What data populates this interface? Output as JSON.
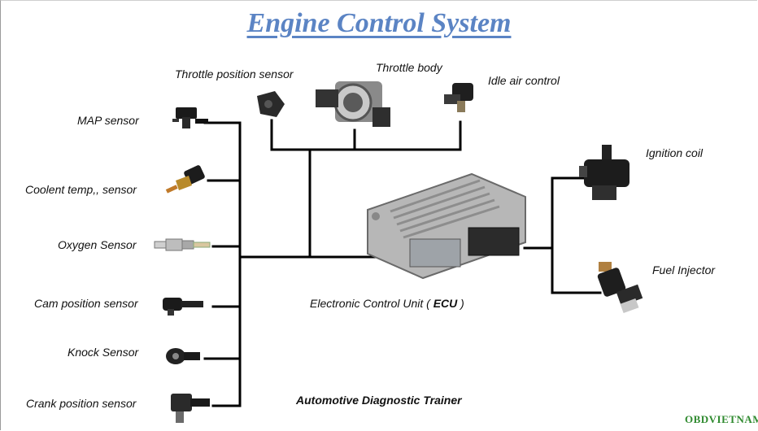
{
  "title": "Engine Control System",
  "sensors": {
    "map": "MAP sensor",
    "coolant": "Coolent temp,, sensor",
    "oxygen": "Oxygen Sensor",
    "cam": "Cam position sensor",
    "knock": "Knock Sensor",
    "crank": "Crank position sensor"
  },
  "top": {
    "tps": "Throttle position sensor",
    "throttle_body": "Throttle body",
    "iac": "Idle air control"
  },
  "outputs": {
    "ignition": "Ignition coil",
    "injector": "Fuel Injector"
  },
  "ecu": {
    "prefix": "Electronic Control Unit ( ",
    "abbr": "ECU",
    "suffix": " )"
  },
  "footer": "Automotive Diagnostic Trainer",
  "brand": "OBDVIETNAM",
  "colors": {
    "title": "#5b84c4",
    "line": "#000000",
    "brand": "#2f8a2f"
  }
}
